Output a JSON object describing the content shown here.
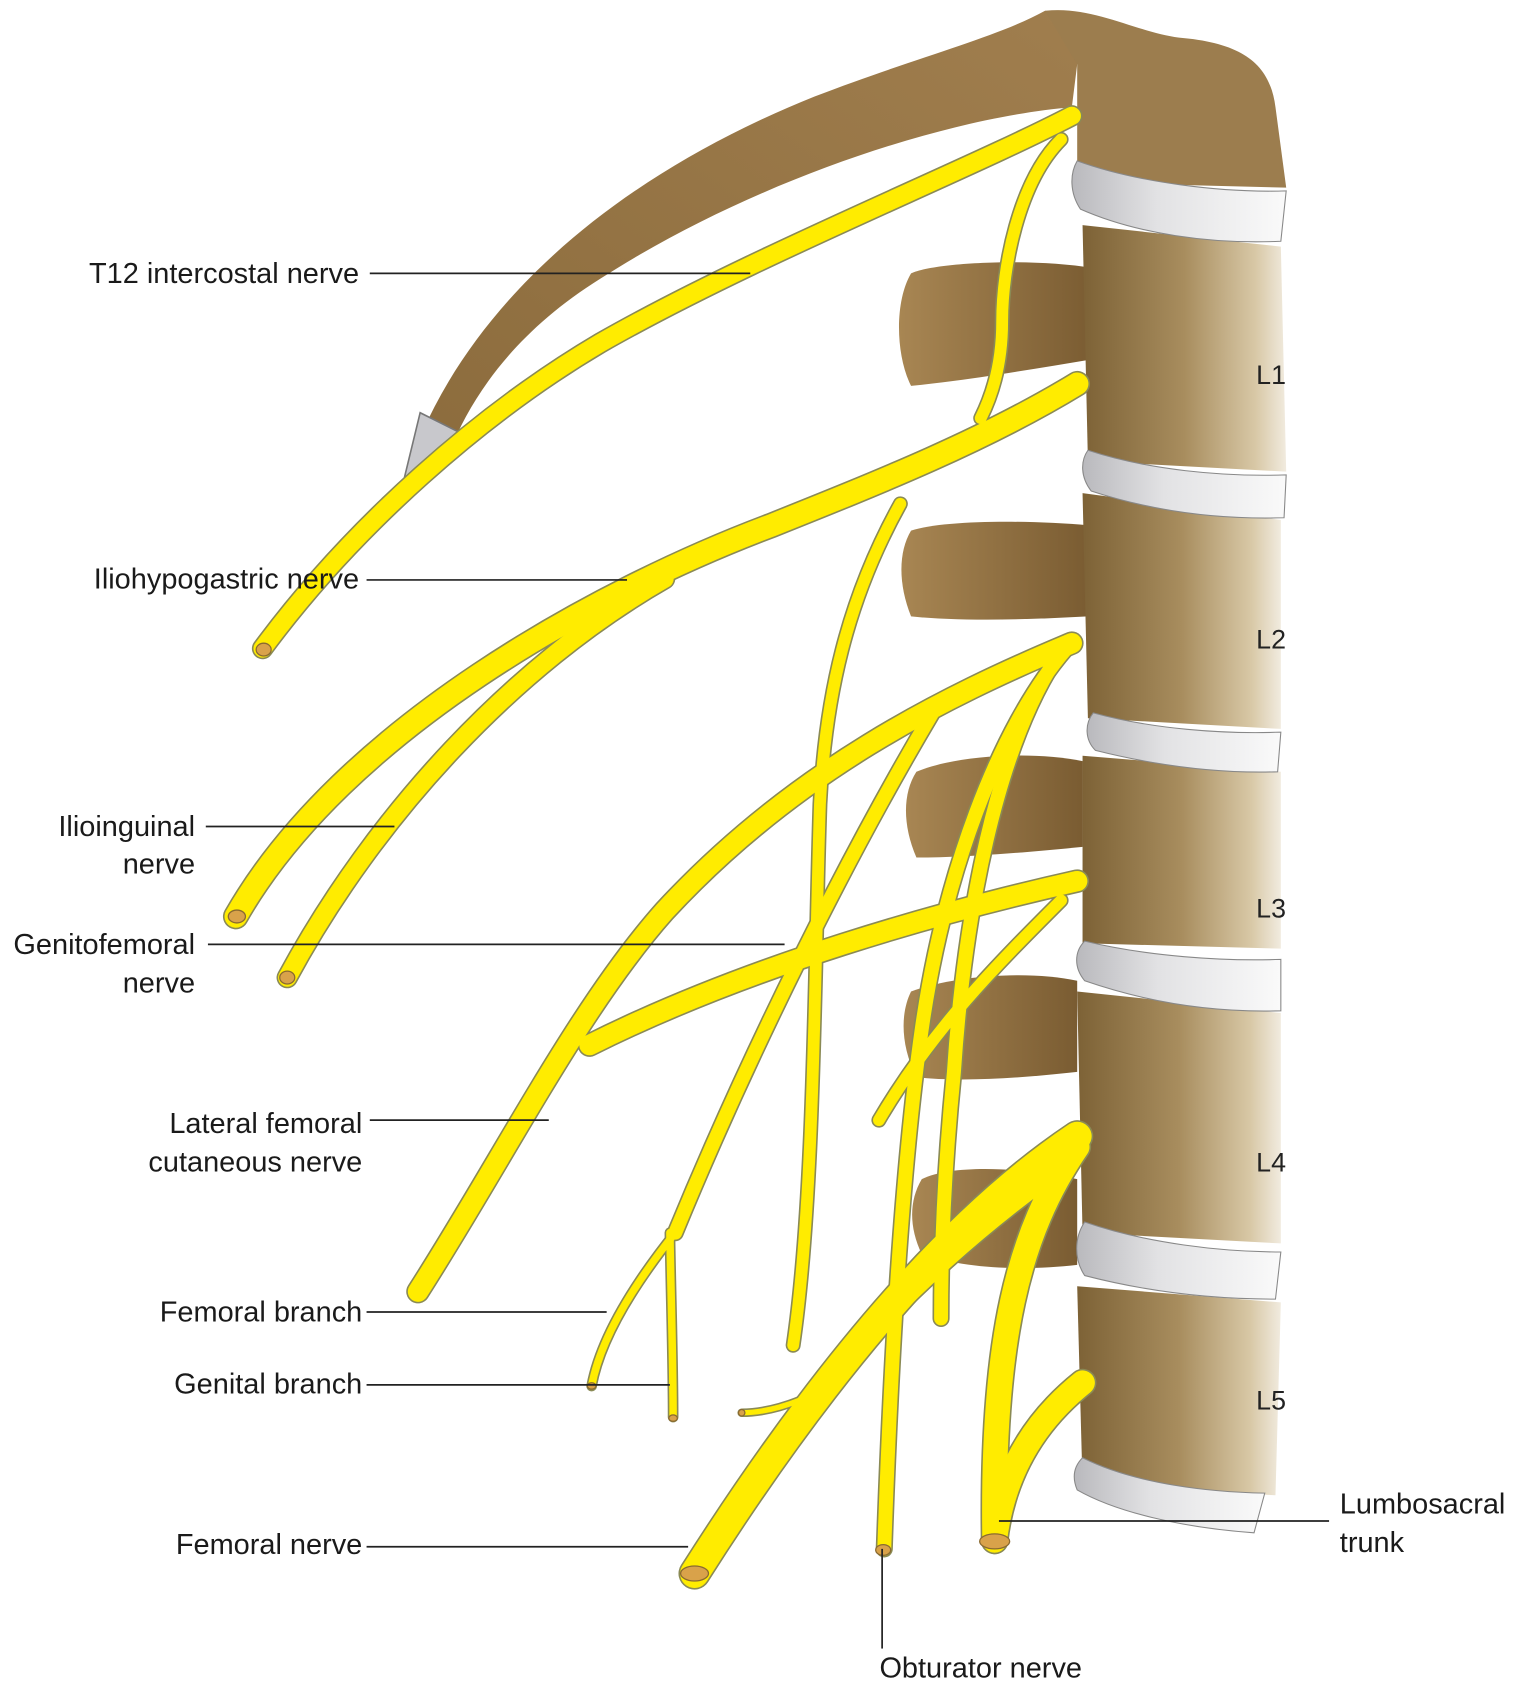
{
  "colors": {
    "nerve": "#ffec00",
    "bone": "#9a7a4c",
    "disc": "#e4e4e6",
    "text": "#1a1a1a"
  },
  "labels": {
    "t12": "T12 intercostal nerve",
    "iliohypogastric": "Iliohypogastric nerve",
    "ilioinguinal_1": "Ilioinguinal",
    "ilioinguinal_2": "nerve",
    "genitofemoral_1": "Genitofemoral",
    "genitofemoral_2": "nerve",
    "lfcn_1": "Lateral femoral",
    "lfcn_2": "cutaneous nerve",
    "femoral_branch": "Femoral branch",
    "genital_branch": "Genital branch",
    "femoral_nerve": "Femoral nerve",
    "obturator": "Obturator nerve",
    "lumbosacral_1": "Lumbosacral",
    "lumbosacral_2": "trunk"
  },
  "vertebrae": [
    "L1",
    "L2",
    "L3",
    "L4",
    "L5"
  ]
}
